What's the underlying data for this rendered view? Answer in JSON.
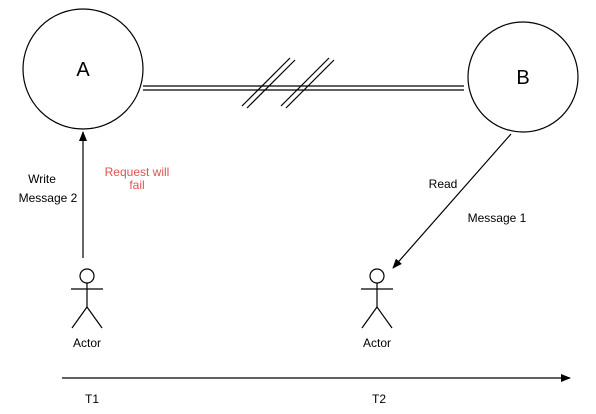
{
  "nodes": {
    "a": {
      "label": "A"
    },
    "b": {
      "label": "B"
    }
  },
  "actors": {
    "left": {
      "label": "Actor"
    },
    "right": {
      "label": "Actor"
    }
  },
  "labels": {
    "write": "Write",
    "message_2": "Message 2",
    "request_fail_line1": "Request will",
    "request_fail_line2": "fail",
    "read": "Read",
    "message_1": "Message 1"
  },
  "timeline": {
    "t1": "T1",
    "t2": "T2"
  },
  "colors": {
    "stroke": "#000000",
    "warning_text": "#e05252"
  }
}
